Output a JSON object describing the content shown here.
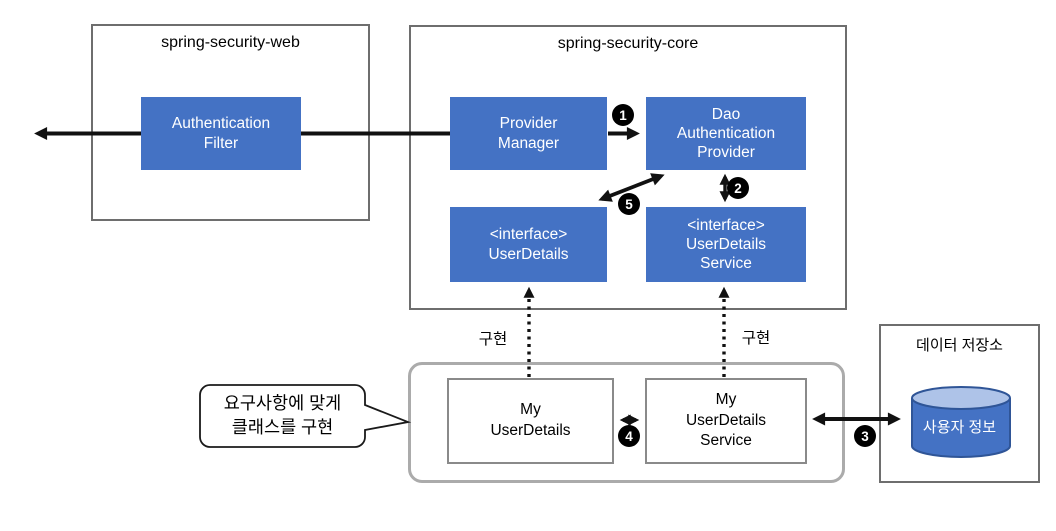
{
  "modules": {
    "web": {
      "title": "spring-security-web",
      "authentication_filter": "Authentication\nFilter"
    },
    "core": {
      "title": "spring-security-core",
      "provider_manager": "Provider\nManager",
      "dao_authentication_provider": "Dao\nAuthentication\nProvider",
      "interface_userdetails": "<interface>\nUserDetails",
      "interface_userdetails_service": "<interface>\nUserDetails\nService"
    }
  },
  "implementation": {
    "my_userdetails": "My\nUserDetails",
    "my_userdetails_service": "My\nUserDetails\nService",
    "implements_label_left": "구현",
    "implements_label_right": "구현"
  },
  "datastore": {
    "title": "데이터 저장소",
    "cylinder_label": "사용자 정보"
  },
  "callout": {
    "text": "요구사항에 맞게\n클래스를 구현"
  },
  "steps": [
    "1",
    "2",
    "3",
    "4",
    "5"
  ],
  "colors": {
    "accent": "#4472C4",
    "cylinder_top": "#AEC3E8",
    "cylinder_stroke": "#2F5597",
    "arrow": "#111111",
    "frame_border": "#6e6e6e",
    "rounded_container_border": "#ababab"
  }
}
